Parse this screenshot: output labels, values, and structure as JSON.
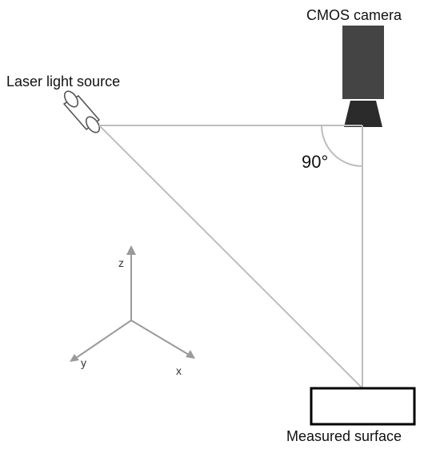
{
  "diagram": {
    "labels": {
      "camera": "CMOS camera",
      "laser": "Laser light source",
      "angle": "90°",
      "surface": "Measured surface",
      "axis_z": "z",
      "axis_y": "y",
      "axis_x": "x"
    },
    "colors": {
      "background": "#ffffff",
      "text": "#111111",
      "beam": "#bdbdbd",
      "axis": "#9a9a9a",
      "camera_body": "#444444",
      "camera_lens": "#2b2b2b",
      "surface_outline": "#000000",
      "laser_outline": "#555555"
    },
    "icons": {
      "camera": "camera-icon",
      "laser": "laser-cylinder-icon",
      "surface": "measured-surface-rectangle"
    }
  }
}
